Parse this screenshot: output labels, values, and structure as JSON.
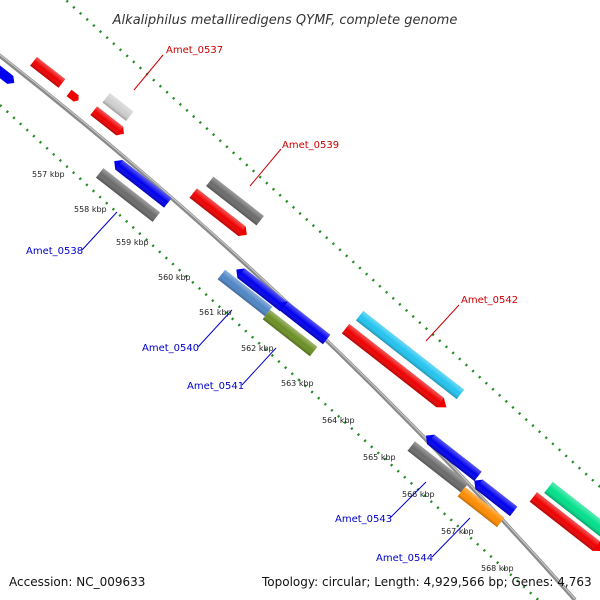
{
  "title": "Alkaliphilus metalliredigens QYMF, complete genome",
  "accession": "Accession: NC_009633",
  "topology": "Topology: circular; Length: 4,929,566 bp; Genes: 4,763",
  "colors": {
    "background": "#ffffff",
    "backbone": "#8a8a8a",
    "dotted_guides": "#228b22",
    "forward_label": "#cc0000",
    "reverse_label": "#0000cc",
    "gene_red": "#ee0000",
    "gene_blue": "#0000ee",
    "gene_gray": "#6b6b6b",
    "gene_light_gray": "#cfcfcf",
    "gene_steel_blue": "#4f86c6",
    "gene_olive": "#6b8e23",
    "gene_cyan": "#22c4f0",
    "gene_orange": "#ff8c00",
    "gene_spring_green": "#00e08a"
  },
  "ticks": [
    "557 kbp",
    "558 kbp",
    "559 kbp",
    "560 kbp",
    "561 kbp",
    "562 kbp",
    "563 kbp",
    "564 kbp",
    "565 kbp",
    "566 kbp",
    "567 kbp",
    "568 kbp"
  ],
  "gene_labels": [
    {
      "text": "Amet_0537",
      "strand": "forward"
    },
    {
      "text": "Amet_0539",
      "strand": "forward"
    },
    {
      "text": "Amet_0542",
      "strand": "forward"
    },
    {
      "text": "Amet_0538",
      "strand": "reverse"
    },
    {
      "text": "Amet_0540",
      "strand": "reverse"
    },
    {
      "text": "Amet_0541",
      "strand": "reverse"
    },
    {
      "text": "Amet_0543",
      "strand": "reverse"
    },
    {
      "text": "Amet_0544",
      "strand": "reverse"
    }
  ]
}
